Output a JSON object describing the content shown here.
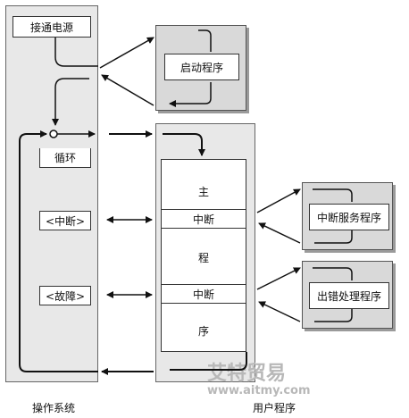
{
  "os": {
    "power_on": "接通电源",
    "loop": "循环",
    "interrupt": "<中断>",
    "fault": "<故障>",
    "caption": "操作系统"
  },
  "user": {
    "startup": "启动程序",
    "main_char": "主",
    "interrupt1": "中断",
    "cheng": "程",
    "interrupt2": "中断",
    "xu": "序",
    "caption": "用户程序"
  },
  "handlers": {
    "isr": "中断服务程序",
    "error": "出错处理程序"
  },
  "watermark": {
    "brand": "艾特贸易",
    "url": "www.aitmy.com"
  }
}
